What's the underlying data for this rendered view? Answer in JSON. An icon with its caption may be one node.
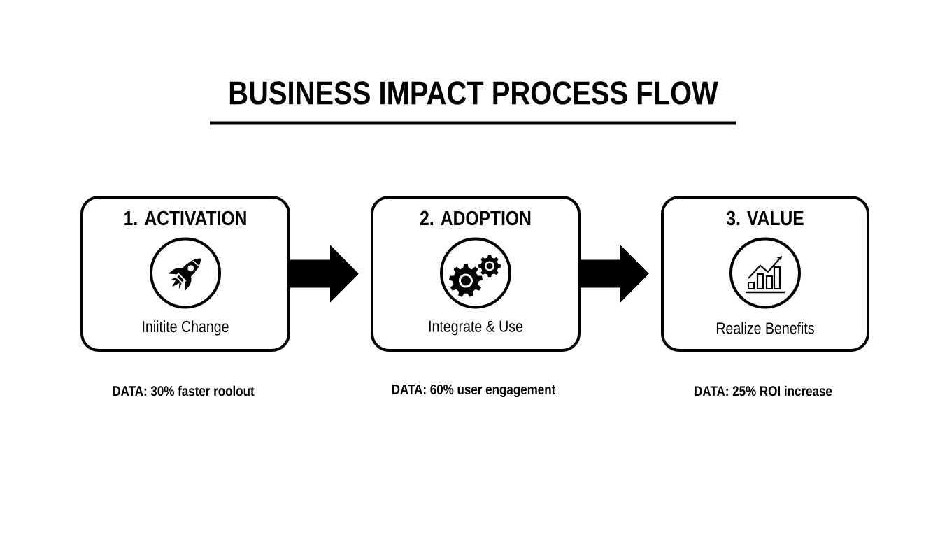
{
  "diagram": {
    "title": "BUSINESS IMPACT PROCESS FLOW",
    "nodes": [
      {
        "text": [
          "1. ACTIVATION",
          "Iniitite Change"
        ],
        "beside": [
          "DATA: 30% faster roolout"
        ]
      },
      {
        "text": [
          "2. ADOPTION",
          "Integrate & Use"
        ],
        "beside": [
          "DATA: 60% user engagement"
        ]
      },
      {
        "text": [
          "3. VALUE",
          "Realize Benefits"
        ],
        "beside": [
          "DATA: 25% ROI increase"
        ]
      }
    ],
    "edges": [
      {
        "from": 0,
        "to": 1,
        "arrow": "to"
      },
      {
        "from": 1,
        "to": 2,
        "arrow": "to"
      }
    ]
  }
}
